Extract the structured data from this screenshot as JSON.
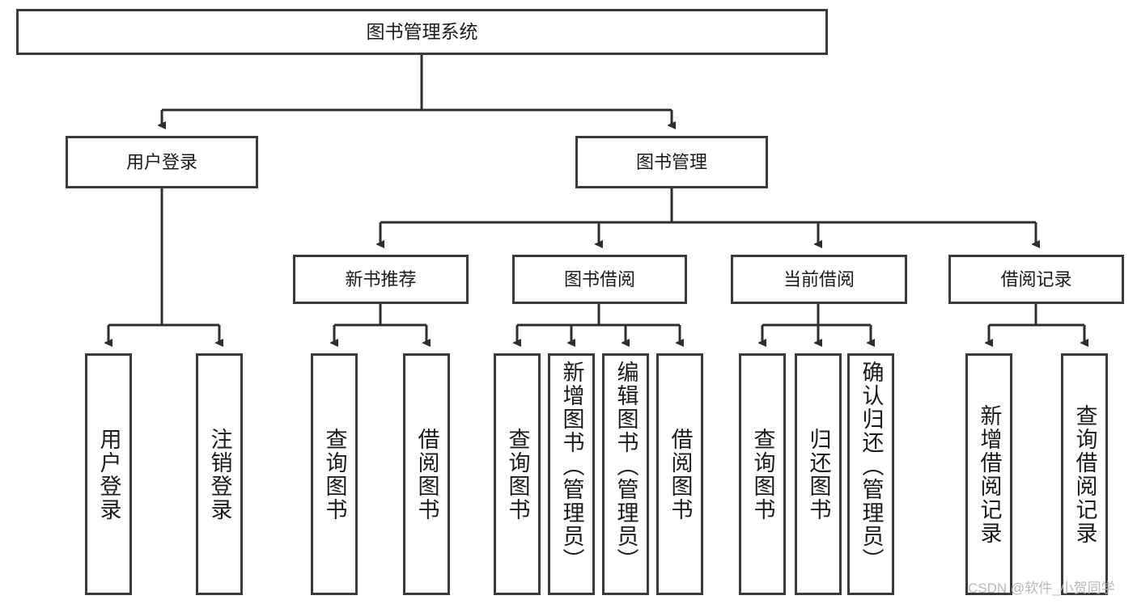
{
  "diagram": {
    "title": "图书管理系统",
    "type": "hierarchy-tree",
    "watermark": "CSDN @软件_小贺同学",
    "colors": {
      "box_border": "#3a3a3a",
      "box_fill": "#ffffff",
      "edge": "#2e2e2e",
      "text": "#1a1a1a",
      "watermark": "#b8b8b8"
    },
    "root": {
      "label": "图书管理系统"
    },
    "level2": [
      {
        "label": "用户登录"
      },
      {
        "label": "图书管理"
      }
    ],
    "level3": [
      {
        "label": "新书推荐"
      },
      {
        "label": "图书借阅"
      },
      {
        "label": "当前借阅"
      },
      {
        "label": "借阅记录"
      }
    ],
    "leaves": {
      "user_login": [
        {
          "label": "用户登录"
        },
        {
          "label": "注销登录"
        }
      ],
      "new_recommend": [
        {
          "label": "查询图书"
        },
        {
          "label": "借阅图书"
        }
      ],
      "book_borrow": [
        {
          "label": "查询图书"
        },
        {
          "label": "新增图书（管理员）"
        },
        {
          "label": "编辑图书（管理员）"
        },
        {
          "label": "借阅图书"
        }
      ],
      "current_borrow": [
        {
          "label": "查询图书"
        },
        {
          "label": "归还图书"
        },
        {
          "label": "确认归还（管理员）"
        }
      ],
      "borrow_records": [
        {
          "label": "新增借阅记录"
        },
        {
          "label": "查询借阅记录"
        }
      ]
    }
  }
}
